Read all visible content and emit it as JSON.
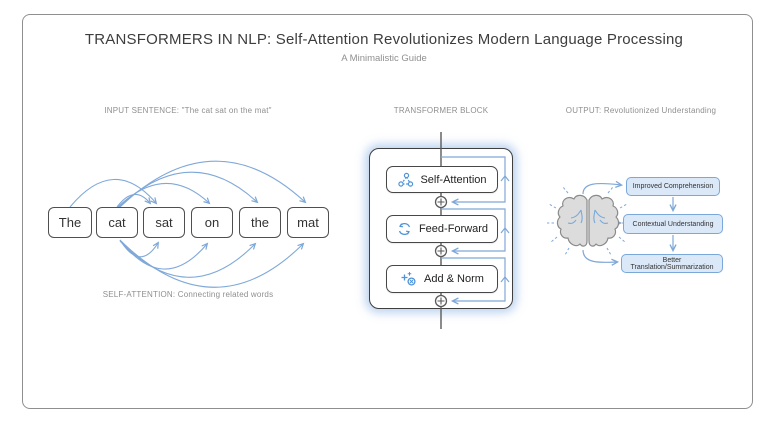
{
  "header": {
    "title": "TRANSFORMERS IN NLP: Self-Attention Revolutionizes Modern Language Processing",
    "subtitle": "A Minimalistic Guide"
  },
  "input_section": {
    "label": "INPUT SENTENCE: \"The cat sat on the mat\"",
    "words": [
      "The",
      "cat",
      "sat",
      "on",
      "the",
      "mat"
    ],
    "caption": "SELF-ATTENTION: Connecting related words"
  },
  "transformer_section": {
    "label": "TRANSFORMER BLOCK",
    "layers": [
      {
        "label": "Self-Attention",
        "icon": "graph-nodes-icon"
      },
      {
        "label": "Feed-Forward",
        "icon": "cycle-arrows-icon"
      },
      {
        "label": "Add & Norm",
        "icon": "plus-circle-icon"
      }
    ]
  },
  "output_section": {
    "label": "OUTPUT: Revolutionized Understanding",
    "icon": "brain-icon",
    "items": [
      "Improved Comprehension",
      "Contextual Understanding",
      "Better Translation/Summarization"
    ]
  },
  "colors": {
    "accent_blue": "#7fa8d8",
    "output_box_fill": "#dbe8f7",
    "output_box_border": "#79a8d9",
    "border_dark": "#4a4a4a",
    "muted_text": "#8f8f8f"
  }
}
